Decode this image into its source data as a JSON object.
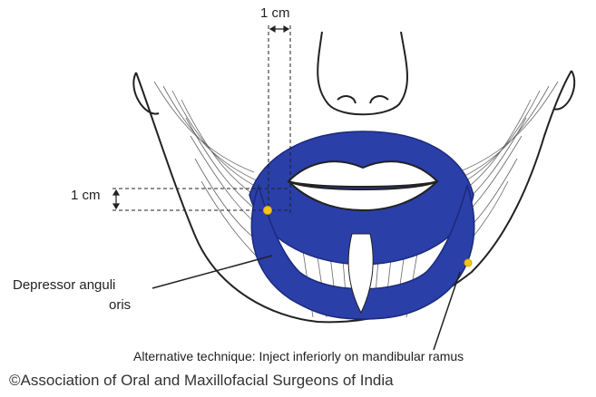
{
  "labels": {
    "top_measure": "1 cm",
    "side_measure": "1 cm",
    "muscle_line1": "Depressor anguli",
    "muscle_line2": "oris",
    "alternative": "Alternative technique: Inject inferiorly on mandibular ramus",
    "copyright": "©Association of Oral and Maxillofacial Surgeons of India"
  },
  "colors": {
    "muscle_fill": "#2a3fa8",
    "muscle_stroke": "#1c2a7a",
    "injection_point": "#f5c518",
    "line_art": "#222222"
  }
}
